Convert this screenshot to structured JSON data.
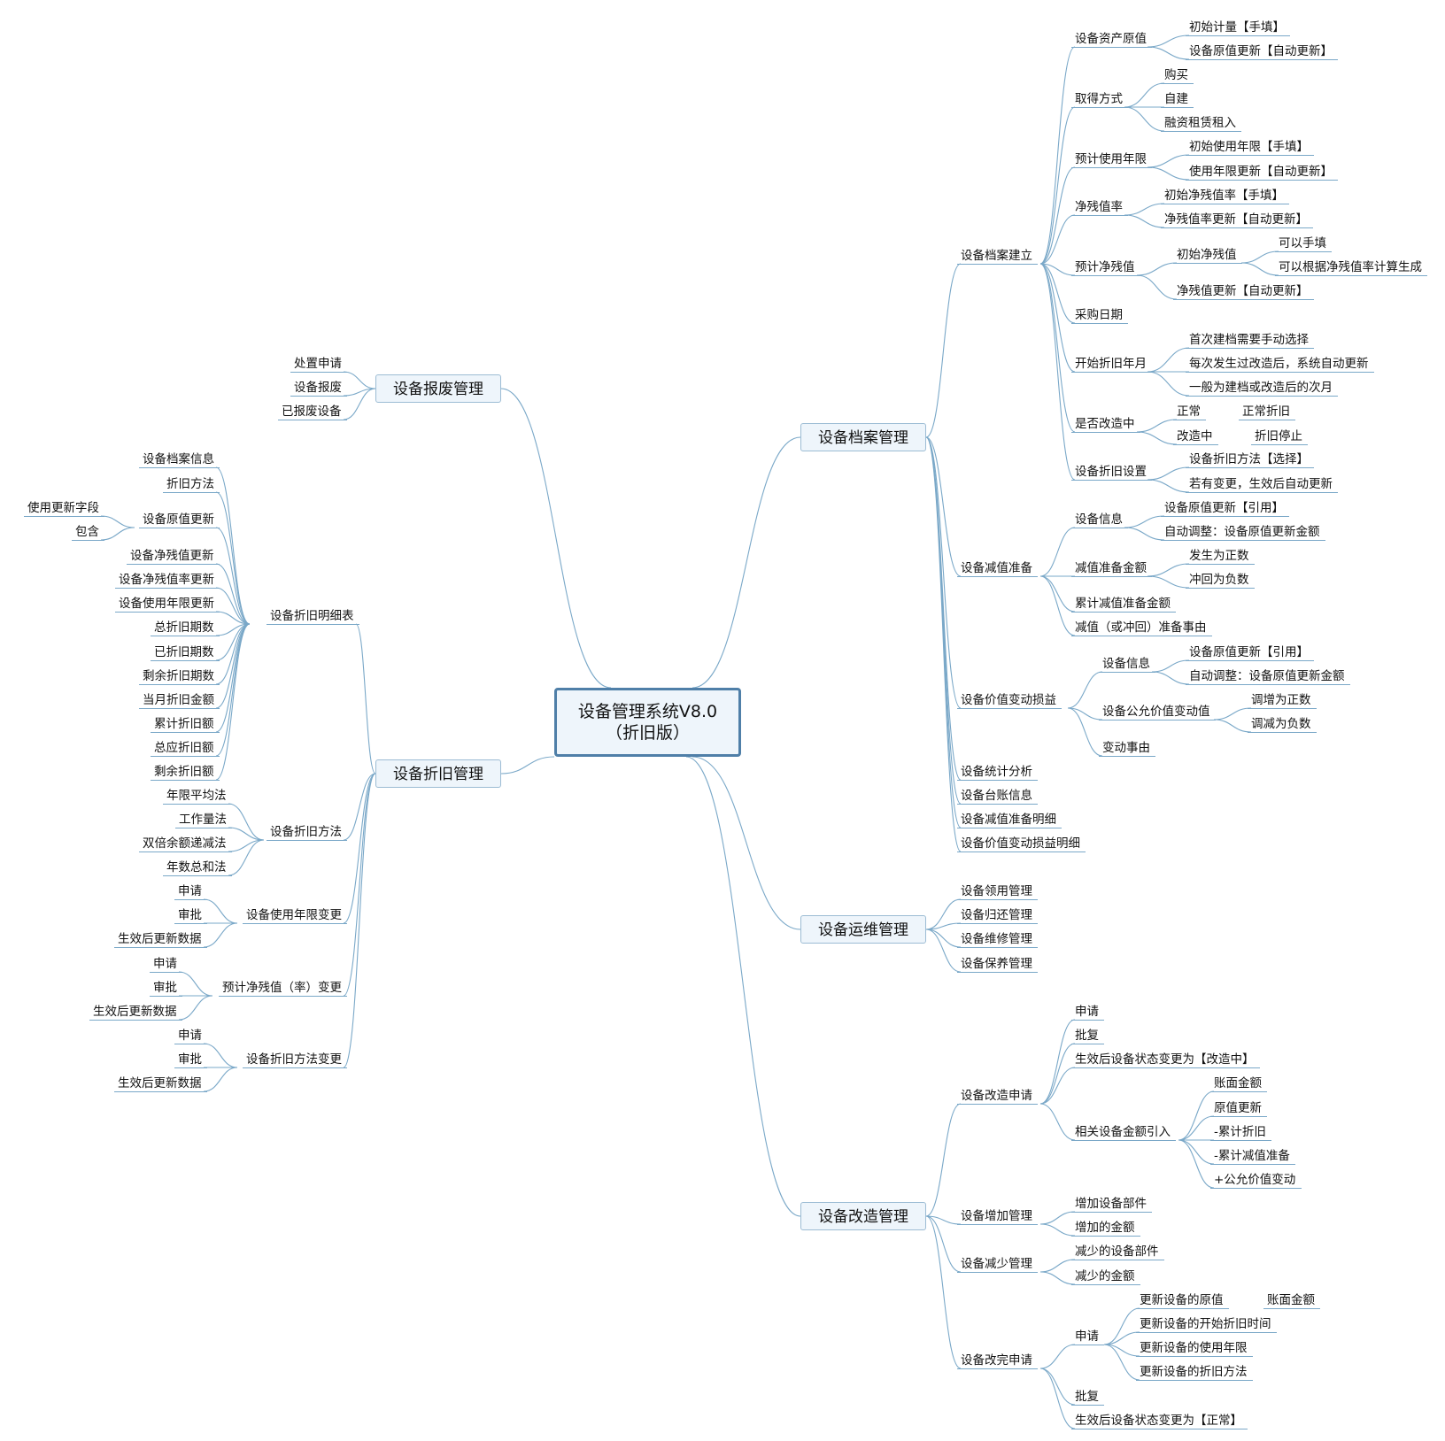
{
  "root": {
    "line1": "设备管理系统V8.0",
    "line2": "（折旧版）"
  },
  "colors": {
    "link": "#7aa8c8",
    "node_fill": "#eef5fb",
    "node_border": "#9cbcd4",
    "root_border": "#4f7fa8"
  },
  "branches": {
    "dangan": {
      "label": "设备档案管理",
      "jianli": {
        "label": "设备档案建立",
        "yuanzhi": {
          "label": "设备资产原值",
          "c0": "初始计量【手填】",
          "c1": "设备原值更新【自动更新】"
        },
        "qude": {
          "label": "取得方式",
          "c0": "购买",
          "c1": "自建",
          "c2": "融资租赁租入"
        },
        "nianxian": {
          "label": "预计使用年限",
          "c0": "初始使用年限【手填】",
          "c1": "使用年限更新【自动更新】"
        },
        "jingcanlv": {
          "label": "净残值率",
          "c0": "初始净残值率【手填】",
          "c1": "净残值率更新【自动更新】"
        },
        "jingcanzhi": {
          "label": "预计净残值",
          "init": "初始净残值",
          "i0": "可以手填",
          "i1": "可以根据净残值率计算生成",
          "c1": "净残值更新【自动更新】"
        },
        "caigou": "采购日期",
        "kaishi": {
          "label": "开始折旧年月",
          "c0": "首次建档需要手动选择",
          "c1": "每次发生过改造后，系统自动更新",
          "c2": "一般为建档或改造后的次月"
        },
        "gaizao": {
          "label": "是否改造中",
          "c0": "正常",
          "c0v": "正常折旧",
          "c1": "改造中",
          "c1v": "折旧停止"
        },
        "shezhi": {
          "label": "设备折旧设置",
          "c0": "设备折旧方法【选择】",
          "c1": "若有变更，生效后自动更新"
        }
      },
      "jianzhi": {
        "label": "设备减值准备",
        "xinxi": {
          "label": "设备信息",
          "c0": "设备原值更新【引用】",
          "c1": "自动调整：设备原值更新金额"
        },
        "jine": {
          "label": "减值准备金额",
          "c0": "发生为正数",
          "c1": "冲回为负数"
        },
        "leiji": "累计减值准备金额",
        "shiyou": "减值（或冲回）准备事由"
      },
      "biandong": {
        "label": "设备价值变动损益",
        "xinxi": {
          "label": "设备信息",
          "c0": "设备原值更新【引用】",
          "c1": "自动调整：设备原值更新金额"
        },
        "gongyun": {
          "label": "设备公允价值变动值",
          "c0": "调增为正数",
          "c1": "调减为负数"
        },
        "shiyou": "变动事由"
      },
      "tongji": "设备统计分析",
      "taizhang": "设备台账信息",
      "jianzhimx": "设备减值准备明细",
      "biandongmx": "设备价值变动损益明细"
    },
    "yunwei": {
      "label": "设备运维管理",
      "c0": "设备领用管理",
      "c1": "设备归还管理",
      "c2": "设备维修管理",
      "c3": "设备保养管理"
    },
    "gaizao": {
      "label": "设备改造管理",
      "shenqing": {
        "label": "设备改造申请",
        "c0": "申请",
        "c1": "批复",
        "c2": "生效后设备状态变更为【改造中】",
        "yinru": {
          "label": "相关设备金额引入",
          "c0": "账面金额",
          "c1": "原值更新",
          "c2": "-累计折旧",
          "c3": "-累计减值准备",
          "c4": "+公允价值变动"
        }
      },
      "zengjia": {
        "label": "设备增加管理",
        "c0": "增加设备部件",
        "c1": "增加的金额"
      },
      "jianshao": {
        "label": "设备减少管理",
        "c0": "减少的设备部件",
        "c1": "减少的金额"
      },
      "wancheng": {
        "label": "设备改完申请",
        "sq": {
          "label": "申请",
          "c0": "更新设备的原值",
          "c0v": "账面金额",
          "c1": "更新设备的开始折旧时间",
          "c2": "更新设备的使用年限",
          "c3": "更新设备的折旧方法"
        },
        "c1": "批复",
        "c2": "生效后设备状态变更为【正常】"
      }
    },
    "baofei": {
      "label": "设备报废管理",
      "c0": "处置申请",
      "c1": "设备报废",
      "c2": "已报废设备"
    },
    "zhejiu": {
      "label": "设备折旧管理",
      "mingxi": {
        "label": "设备折旧明细表",
        "c0": "设备档案信息",
        "c1": "折旧方法",
        "yuanzhi": {
          "label": "设备原值更新",
          "c0": "使用更新字段",
          "c1": "包含"
        },
        "c3": "设备净残值更新",
        "c4": "设备净残值率更新",
        "c5": "设备使用年限更新",
        "c6": "总折旧期数",
        "c7": "已折旧期数",
        "c8": "剩余折旧期数",
        "c9": "当月折旧金额",
        "c10": "累计折旧额",
        "c11": "总应折旧额",
        "c12": "剩余折旧额"
      },
      "fangfa": {
        "label": "设备折旧方法",
        "c0": "年限平均法",
        "c1": "工作量法",
        "c2": "双倍余额递减法",
        "c3": "年数总和法"
      },
      "nianxian": {
        "label": "设备使用年限变更",
        "c0": "申请",
        "c1": "审批",
        "c2": "生效后更新数据"
      },
      "jingcan": {
        "label": "预计净残值（率）变更",
        "c0": "申请",
        "c1": "审批",
        "c2": "生效后更新数据"
      },
      "fangfabg": {
        "label": "设备折旧方法变更",
        "c0": "申请",
        "c1": "审批",
        "c2": "生效后更新数据"
      }
    }
  }
}
